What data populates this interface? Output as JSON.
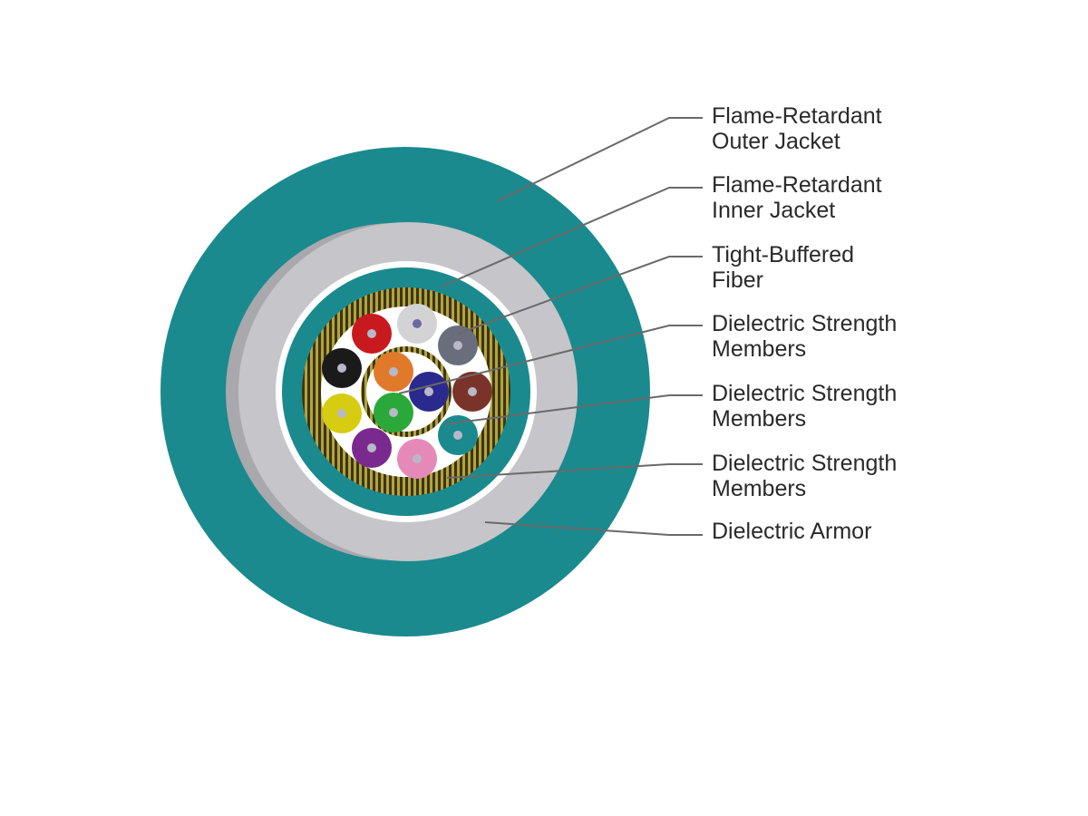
{
  "labels": [
    {
      "line1": "Flame-Retardant",
      "line2": "Outer Jacket"
    },
    {
      "line1": "Flame-Retardant",
      "line2": "Inner Jacket"
    },
    {
      "line1": "Tight-Buffered",
      "line2": "Fiber"
    },
    {
      "line1": "Dielectric Strength",
      "line2": "Members"
    },
    {
      "line1": "Dielectric Strength",
      "line2": "Members"
    },
    {
      "line1": "Dielectric Strength",
      "line2": "Members"
    },
    {
      "line1": "Dielectric Armor",
      "line2": ""
    }
  ],
  "colors": {
    "outer_jacket": "#1a8a8e",
    "armor": "#c6c5c9",
    "inner_jacket": "#1a8a8e",
    "strength_yarn": "#8a7a20",
    "leader_line": "#6a6a6a",
    "fibers": [
      "#c8191e",
      "#d3d3d6",
      "#6a6d7c",
      "#7a3328",
      "#1a8a8e",
      "#e58ab8",
      "#7a2a8e",
      "#d6cc12",
      "#1a1a1a",
      "#e07a2a",
      "#2a2a8e",
      "#2aa83a"
    ]
  }
}
